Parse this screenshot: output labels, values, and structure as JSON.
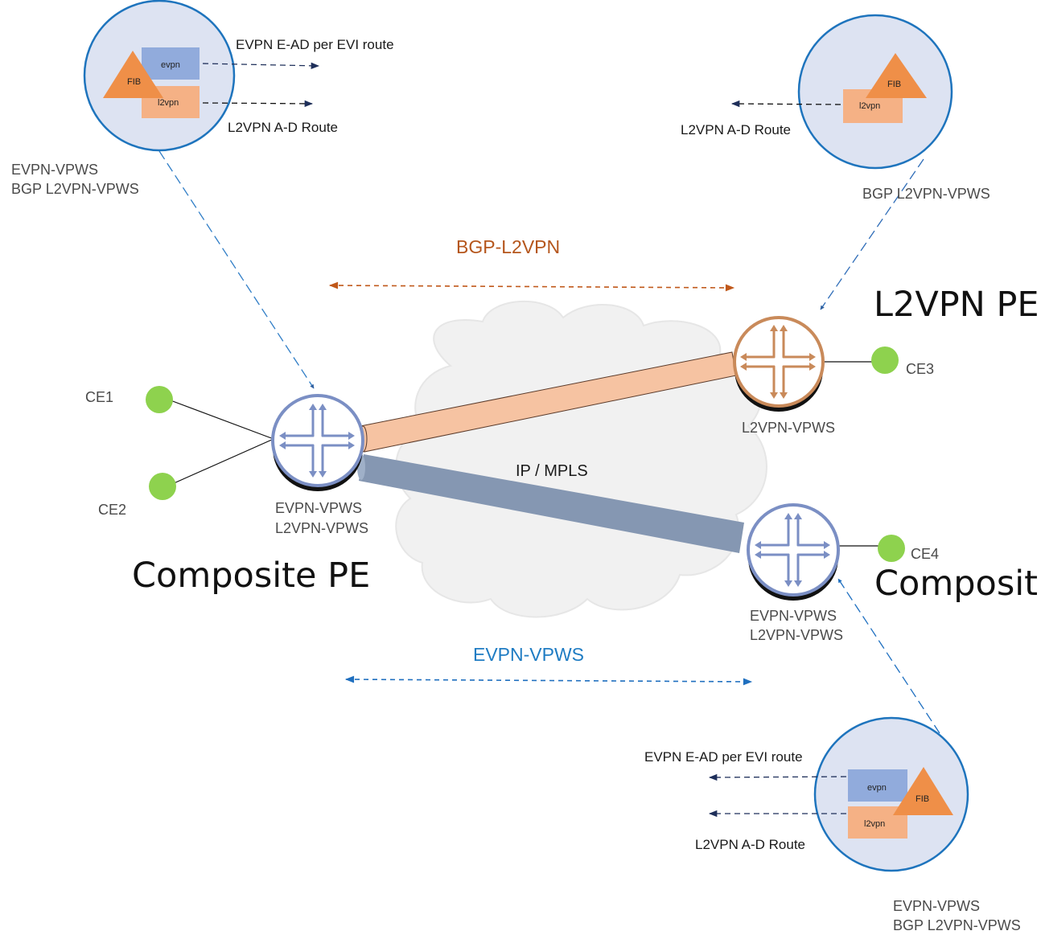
{
  "colors": {
    "brown": "#b5561c",
    "blue": "#1f7cc3",
    "router_ring_blue": "#7b8fc4",
    "router_ring_brown": "#c98a5a",
    "ce_green": "#8ed24e",
    "pipe_orange": "#f6c3a2",
    "pipe_blue": "#8597b2",
    "zoom_fill": "#dde3f2",
    "zoom_ring": "#1e74bd",
    "fib": "#ef8f48",
    "evpn_box": "#91abdc",
    "l2vpn_box": "#f5b185"
  },
  "icons": [
    "router-icon",
    "ce-node-icon",
    "fib-triangle-icon",
    "cloud-icon"
  ],
  "labels": {
    "bgp_l2vpn": "BGP-L2VPN",
    "evpn_vpws_proto": "EVPN-VPWS",
    "ip_mpls": "IP / MPLS",
    "l2vpn_pe_big": "L2VPN PE",
    "composite_pe_big": "Composite PE",
    "composit_big": "Composit"
  },
  "ce": {
    "ce1": "CE1",
    "ce2": "CE2",
    "ce3": "CE3",
    "ce4": "CE4"
  },
  "routers": {
    "pe1_line1": "EVPN-VPWS",
    "pe1_line2": "L2VPN-VPWS",
    "pe2_line1": "L2VPN-VPWS",
    "pe3_line1": "EVPN-VPWS",
    "pe3_line2": "L2VPN-VPWS"
  },
  "zoom_top_left": {
    "fib": "FIB",
    "evpn": "evpn",
    "l2vpn": "l2vpn",
    "route1": "EVPN E-AD per EVI route",
    "route2": "L2VPN A-D Route",
    "caption_line1": "EVPN-VPWS",
    "caption_line2": "BGP L2VPN-VPWS"
  },
  "zoom_top_right": {
    "fib": "FIB",
    "l2vpn": "l2vpn",
    "route1": "L2VPN A-D Route",
    "caption_line1": "BGP L2VPN-VPWS"
  },
  "zoom_bottom_right": {
    "fib": "FIB",
    "evpn": "evpn",
    "l2vpn": "l2vpn",
    "route1": "EVPN E-AD per EVI route",
    "route2": "L2VPN A-D Route",
    "caption_line1": "EVPN-VPWS",
    "caption_line2": "BGP L2VPN-VPWS"
  }
}
